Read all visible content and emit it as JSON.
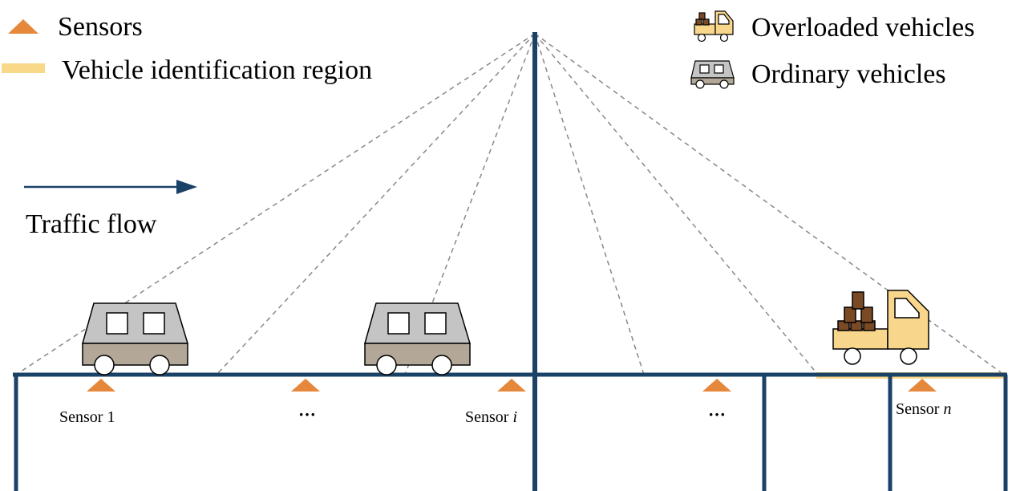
{
  "legend": {
    "sensors": "Sensors",
    "identification_region": "Vehicle identification region",
    "overloaded": "Overloaded vehicles",
    "ordinary": "Ordinary vehicles"
  },
  "flow": {
    "label": "Traffic flow"
  },
  "sensor_labels": {
    "s1": "Sensor 1",
    "gap1": "···",
    "si_prefix": "Sensor ",
    "si_var": "i",
    "gap2": "···",
    "sn_prefix": "Sensor ",
    "sn_var": "n"
  },
  "colors": {
    "structure": "#1a4266",
    "sensor": "#e6883c",
    "region": "#f8d889",
    "car_body": "#b3a898",
    "car_top": "#c4c4c4",
    "truck": "#f8d68c",
    "cargo": "#7a4a24",
    "cable": "#888888"
  }
}
